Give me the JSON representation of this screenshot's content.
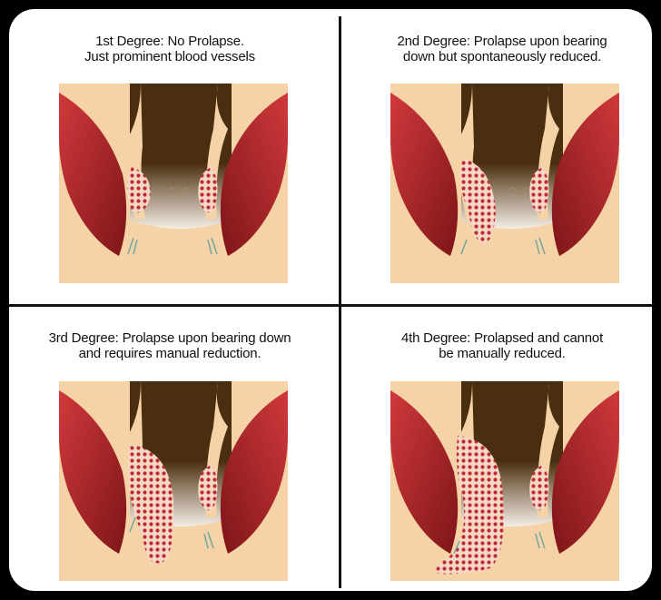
{
  "panels": [
    {
      "degree": 1,
      "caption_lines": [
        "1st Degree: No Prolapse.",
        "Just prominent blood vessels"
      ],
      "prolapse_extent": "none"
    },
    {
      "degree": 2,
      "caption_lines": [
        "2nd Degree: Prolapse upon bearing",
        "down but spontaneously reduced."
      ],
      "prolapse_extent": "small"
    },
    {
      "degree": 3,
      "caption_lines": [
        "3rd Degree: Prolapse upon bearing down",
        "and requires manual reduction."
      ],
      "prolapse_extent": "medium"
    },
    {
      "degree": 4,
      "caption_lines": [
        "4th Degree: Prolapsed and cannot",
        "be manually reduced."
      ],
      "prolapse_extent": "large"
    }
  ],
  "colors": {
    "background": "#000000",
    "panel": "#ffffff",
    "skin": "#f6d3a6",
    "muscle": "#b9262c",
    "muscle_dark": "#7d1518",
    "canal": "#4a2e10",
    "hemorrhoid": "#f3d8c8",
    "hemorrhoid_dots": "#c12a30"
  }
}
